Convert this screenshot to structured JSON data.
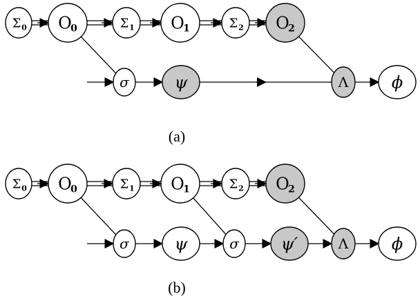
{
  "colors": {
    "stroke": "#000000",
    "fill_plain": "#ffffff",
    "fill_shaded": "#c8c8c8"
  },
  "panels": [
    {
      "caption": "(a)",
      "nodes": [
        {
          "id": "a-sigma0",
          "label": "Σ",
          "sub": "0",
          "shaded": false
        },
        {
          "id": "a-o0",
          "label": "O",
          "sub": "0",
          "shaded": false
        },
        {
          "id": "a-sigma1",
          "label": "Σ",
          "sub": "1",
          "shaded": false
        },
        {
          "id": "a-o1",
          "label": "O",
          "sub": "1",
          "shaded": false
        },
        {
          "id": "a-sigma2",
          "label": "Σ",
          "sub": "2",
          "shaded": false
        },
        {
          "id": "a-o2",
          "label": "O",
          "sub": "2",
          "shaded": true
        },
        {
          "id": "a-sigma",
          "label": "σ",
          "sub": "",
          "shaded": false
        },
        {
          "id": "a-psi",
          "label": "ψ",
          "sub": "",
          "shaded": true
        },
        {
          "id": "a-lambda",
          "label": "Λ",
          "sub": "",
          "shaded": true
        },
        {
          "id": "a-phi",
          "label": "ϕ",
          "sub": "",
          "shaded": false
        }
      ]
    },
    {
      "caption": "(b)",
      "nodes": [
        {
          "id": "b-sigma0",
          "label": "Σ",
          "sub": "0",
          "shaded": false
        },
        {
          "id": "b-o0",
          "label": "O",
          "sub": "0",
          "shaded": false
        },
        {
          "id": "b-sigma1",
          "label": "Σ",
          "sub": "1",
          "shaded": false
        },
        {
          "id": "b-o1",
          "label": "O",
          "sub": "1",
          "shaded": false
        },
        {
          "id": "b-sigma2",
          "label": "Σ",
          "sub": "2",
          "shaded": false
        },
        {
          "id": "b-o2",
          "label": "O",
          "sub": "2",
          "shaded": true
        },
        {
          "id": "b-sigma-a",
          "label": "σ",
          "sub": "",
          "shaded": false
        },
        {
          "id": "b-psi",
          "label": "ψ",
          "sub": "",
          "shaded": false
        },
        {
          "id": "b-sigma-b",
          "label": "σ",
          "sub": "",
          "shaded": false
        },
        {
          "id": "b-psi-prime",
          "label": "ψ′",
          "sub": "",
          "shaded": true
        },
        {
          "id": "b-lambda",
          "label": "Λ",
          "sub": "",
          "shaded": true
        },
        {
          "id": "b-phi",
          "label": "ϕ",
          "sub": "",
          "shaded": false
        }
      ]
    }
  ]
}
